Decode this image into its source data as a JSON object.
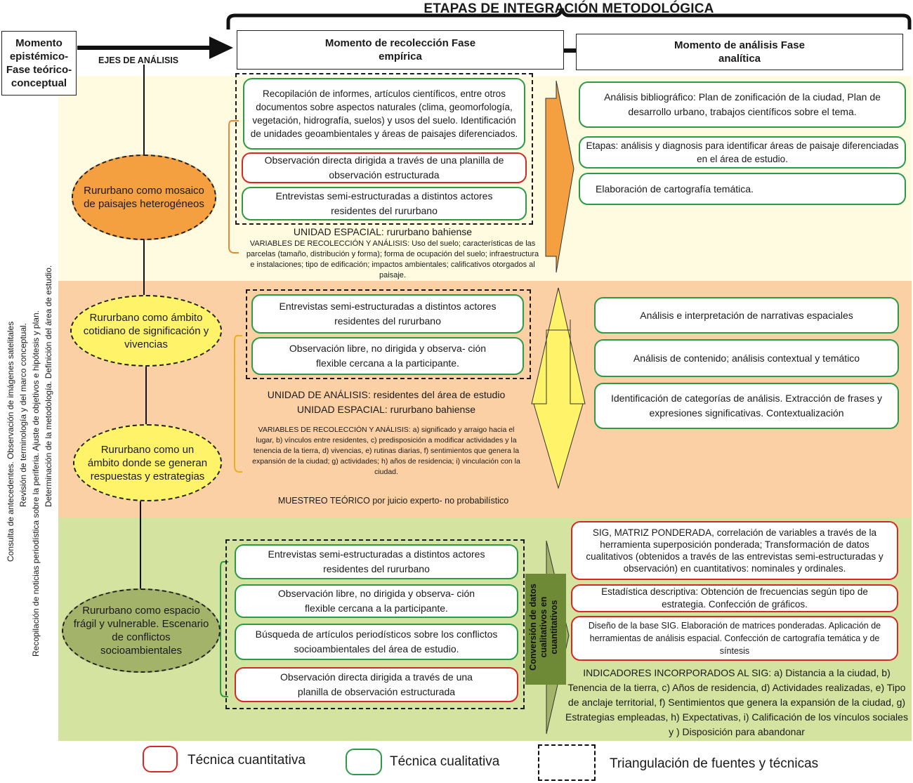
{
  "title": "ETAPAS DE INTEGRACIÓN METODOLÓGICA",
  "momento_epistemico": "Momento epistémico- Fase teórico- conceptual",
  "ejes_label": "EJES DE ANÁLISIS",
  "momento_recoleccion": "Momento de recolección Fase empírica",
  "momento_analisis": "Momento de análisis Fase analítica",
  "left_vertical": [
    "Consulta de antecedentes. Observación de imágenes satelitales",
    "Revisión de terminología y del marco conceptual.",
    "Recopilación de noticias periodística sobre la periferia. Ajuste de objetivos e hipótesis y plan.",
    "Determinación de la metodología. Definición del área de estudio."
  ],
  "ejes": [
    "Rururbano como mosaico de paisajes heterogéneos",
    "Rururbano como ámbito cotidiano de significación y vivencias",
    "Rururbano como un ámbito donde se generan respuestas y estrategias",
    "Rururbano como espacio frágil y vulnerable. Escenario de conflictos socioambientales"
  ],
  "band1": {
    "tecnicas": [
      "Recopilación de informes, artículos científicos, entre otros documentos sobre aspectos naturales (clima, geomorfología, vegetación, hidrografía, suelos) y usos del suelo. Identificación de unidades geoambientales y áreas de paisajes diferenciados.",
      "Observación directa dirigida a través de una planilla de observación estructurada",
      "Entrevistas semi-estructuradas a distintos actores residentes del rururbano"
    ],
    "unidad": "UNIDAD ESPACIAL: rururbano bahiense",
    "variables": "VARIABLES DE RECOLECCIÓN Y ANÁLISIS: Uso del suelo; características de las parcelas (tamaño, distribución y forma); forma de ocupación del suelo; infraestructura e instalaciones; tipo de edificación; impactos ambientales; calificativos otorgados al paisaje.",
    "analisis": [
      "Análisis bibliográfico: Plan de zonificación de la ciudad, Plan de desarrollo urbano, trabajos científicos sobre el tema.",
      "Etapas: análisis y diagnosis para identificar áreas de paisaje diferenciadas en el área de estudio.",
      "Elaboración de cartografía temática."
    ]
  },
  "band2": {
    "tecnicas": [
      "Entrevistas semi-estructuradas a distintos actores residentes del rururbano",
      "Observación libre, no dirigida y observa- ción flexible cercana a la participante."
    ],
    "unidad_analisis": "UNIDAD DE ANÁLISIS: residentes del área de estudio",
    "unidad_espacial": "UNIDAD ESPACIAL: rururbano bahiense",
    "variables": "VARIABLES DE RECOLECCIÓN Y ANÁLISIS: a) significado y arraigo hacia el lugar, b) vínculos entre residentes, c) predisposición a modificar actividades y la tenencia de la tierra, d) vivencias, e) rutinas diarias, f) sentimientos que genera la expansión de la ciudad; g) actividades; h) años de residencia; i) vinculación con la ciudad.",
    "muestreo": "MUESTREO TEÓRICO por juicio experto- no probabilístico",
    "analisis": [
      "Análisis e interpretación de narrativas espaciales",
      "Análisis de contenido; análisis contextual y temático",
      "Identificación de categorías de análisis. Extracción de frases y expresiones significativas. Contextualización"
    ]
  },
  "band3": {
    "tecnicas": [
      "Entrevistas semi-estructuradas a distintos actores residentes del rururbano",
      "Observación libre, no dirigida y observa- ción flexible cercana a la participante.",
      "Búsqueda de artículos periodísticos sobre los conflictos socioambientales del área de estudio.",
      "Observación directa dirigida a través de una planilla de observación estructurada"
    ],
    "conversion": "Conversión de datos cualitativos en cuantitativos",
    "analisis": [
      "SIG, MATRIZ PONDERADA, correlación de variables a través de la herramienta superposición ponderada; Transformación de datos cualitativos (obtenidos a través de las entrevistas semi-estructuradas y observación) en cuantitativos: nominales y ordinales.",
      "Estadística descriptiva: Obtención de frecuencias según tipo de estrategia. Confección de gráficos.",
      "Diseño de la base SIG. Elaboración de matrices ponderadas. Aplicación de herramientas de análisis espacial. Confección de cartografía temática y de síntesis"
    ],
    "indicadores": "INDICADORES INCORPORADOS AL SIG: a) Distancia a la ciudad, b) Tenencia de la tierra, c) Años de residencia, d) Actividades realizadas, e) Tipo de anclaje territorial, f) Sentimientos que genera la expansión de la ciudad, g) Estrategias empleadas, h) Expectativas, i) Calificación de los vínculos sociales y ) Disposición para abandonar"
  },
  "legend": {
    "cuantitativa": "Técnica cuantitativa",
    "cualitativa": "Técnica cualitativa",
    "triangulacion": "Triangulación de fuentes y técnicas"
  },
  "colors": {
    "green": "#2d9a46",
    "red": "#d42a25",
    "orange": "#f4a040",
    "yellow": "#fff36a",
    "olive": "#a3b36a"
  }
}
